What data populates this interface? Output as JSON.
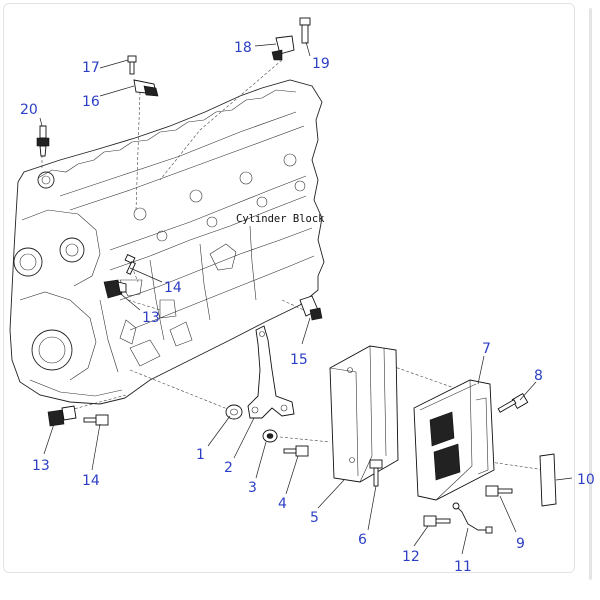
{
  "diagram": {
    "block_label": "Cylinder Block",
    "callout_color": "#2c3fc4",
    "callouts": [
      {
        "id": "c1",
        "text": "1"
      },
      {
        "id": "c2",
        "text": "2"
      },
      {
        "id": "c3",
        "text": "3"
      },
      {
        "id": "c4",
        "text": "4"
      },
      {
        "id": "c5",
        "text": "5"
      },
      {
        "id": "c6",
        "text": "6"
      },
      {
        "id": "c7",
        "text": "7"
      },
      {
        "id": "c8",
        "text": "8"
      },
      {
        "id": "c9",
        "text": "9"
      },
      {
        "id": "c10",
        "text": "10"
      },
      {
        "id": "c11",
        "text": "11"
      },
      {
        "id": "c12",
        "text": "12"
      },
      {
        "id": "c13a",
        "text": "13"
      },
      {
        "id": "c13b",
        "text": "13"
      },
      {
        "id": "c14a",
        "text": "14"
      },
      {
        "id": "c14b",
        "text": "14"
      },
      {
        "id": "c15",
        "text": "15"
      },
      {
        "id": "c16",
        "text": "16"
      },
      {
        "id": "c17",
        "text": "17"
      },
      {
        "id": "c18",
        "text": "18"
      },
      {
        "id": "c19",
        "text": "19"
      },
      {
        "id": "c20",
        "text": "20"
      }
    ]
  }
}
